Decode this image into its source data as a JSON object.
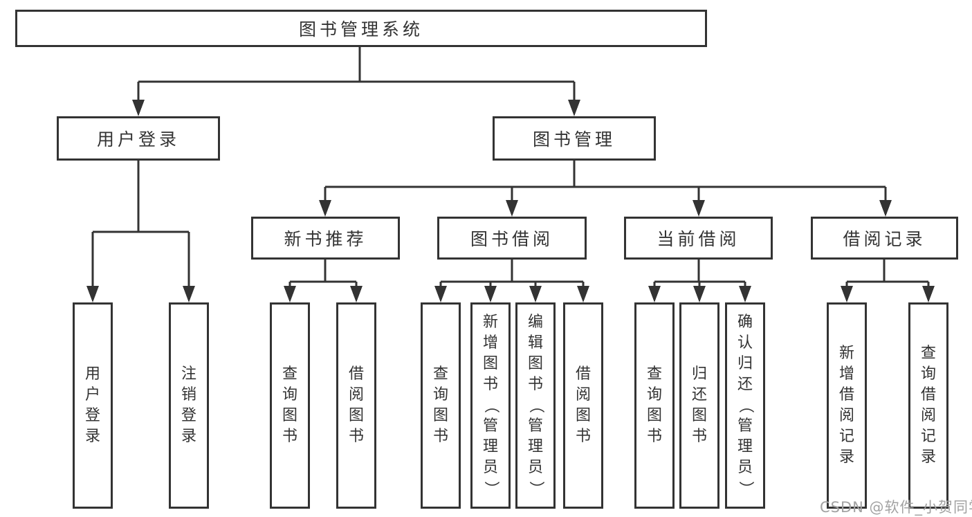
{
  "diagram": {
    "root": {
      "label": "图书管理系统"
    },
    "branches": [
      {
        "label": "用户登录",
        "leaves": [
          {
            "label": "用户登录"
          },
          {
            "label": "注销登录"
          }
        ]
      },
      {
        "label": "图书管理",
        "groups": [
          {
            "label": "新书推荐",
            "leaves": [
              {
                "label": "查询图书"
              },
              {
                "label": "借阅图书"
              }
            ]
          },
          {
            "label": "图书借阅",
            "leaves": [
              {
                "label": "查询图书"
              },
              {
                "label": "新增图书（管理员）"
              },
              {
                "label": "编辑图书（管理员）"
              },
              {
                "label": "借阅图书"
              }
            ]
          },
          {
            "label": "当前借阅",
            "leaves": [
              {
                "label": "查询图书"
              },
              {
                "label": "归还图书"
              },
              {
                "label": "确认归还（管理员）"
              }
            ]
          },
          {
            "label": "借阅记录",
            "leaves": [
              {
                "label": "新增借阅记录"
              },
              {
                "label": "查询借阅记录"
              }
            ]
          }
        ]
      }
    ],
    "watermark": "CSDN @软件_小贺同学",
    "colors": {
      "line": "#333333",
      "box_border": "#333333",
      "text": "#333333",
      "background": "#ffffff",
      "watermark": "#a2a2a2"
    }
  }
}
